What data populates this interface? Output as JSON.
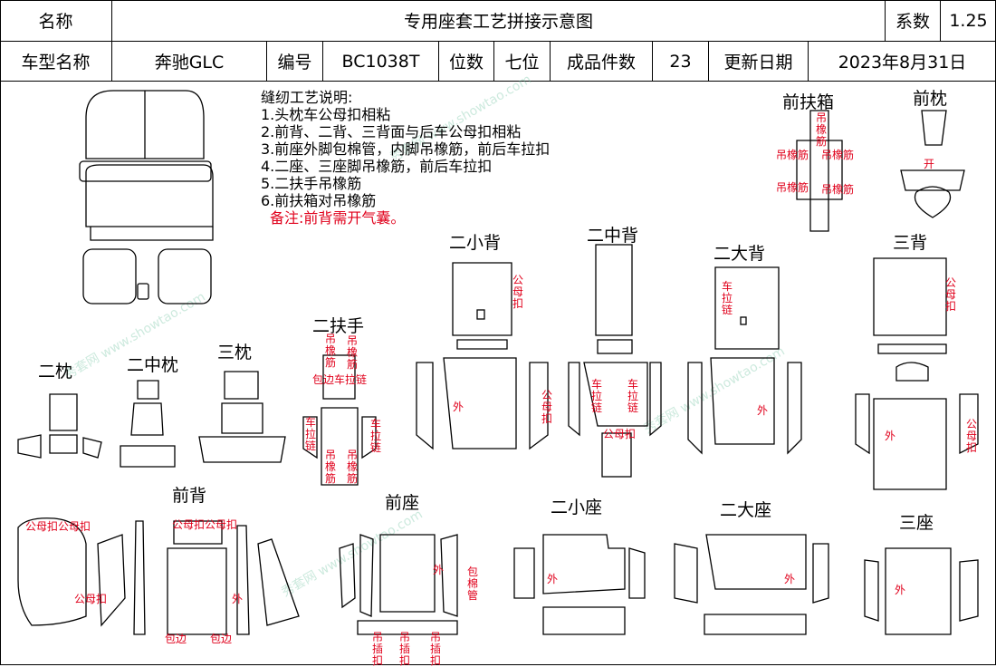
{
  "header": {
    "name_label": "名称",
    "doc_title": "专用座套工艺拼接示意图",
    "coef_label": "系数",
    "coef_value": "1.25",
    "model_label": "车型名称",
    "model_value": "奔驰GLC",
    "code_label": "编号",
    "code_value": "BC1038T",
    "seats_label": "位数",
    "seats_value": "七位",
    "pieces_label": "成品件数",
    "pieces_value": "23",
    "date_label": "更新日期",
    "date_value": "2023年8月31日"
  },
  "notes": {
    "heading": "缝纫工艺说明:",
    "items": [
      "1.头枕车公母扣相粘",
      "2.前背、二背、三背面与后车公母扣相粘",
      "3.前座外脚包棉管，内脚吊橡筋，前后车拉扣",
      "4.二座、三座脚吊橡筋，前后车拉扣",
      "5.二扶手吊橡筋",
      "6.前扶箱对吊橡筋"
    ],
    "remark": "备注:前背需开气囊。"
  },
  "parts": {
    "front_armbox": "前扶箱",
    "front_headrest": "前枕",
    "second_small_back": "二小背",
    "second_mid_back": "二中背",
    "second_big_back": "二大背",
    "third_back": "三背",
    "second_headrest": "二枕",
    "second_mid_headrest": "二中枕",
    "third_headrest": "三枕",
    "second_armrest": "二扶手",
    "front_back": "前背",
    "front_seat": "前座",
    "second_small_seat": "二小座",
    "second_big_seat": "二大座",
    "third_seat": "三座"
  },
  "annotations": {
    "hang_elastic": "吊橡筋",
    "open": "开",
    "outer": "外",
    "male_female_buckle": "公母扣",
    "car_zip": "车拉链",
    "wrap_zip": "包边车拉链",
    "wrap_edge": "包边",
    "wrap_cotton": "包棉管",
    "hang_buckle": "吊插扣",
    "public_buckle_pair": "公母扣公母扣",
    "wrap_edge_zip_chain": "包边车拉链"
  },
  "watermark": "秀套网 www.showtao.com",
  "colors": {
    "annotation": "#e0001b",
    "line": "#000000",
    "watermark": "#6fc3a0"
  }
}
